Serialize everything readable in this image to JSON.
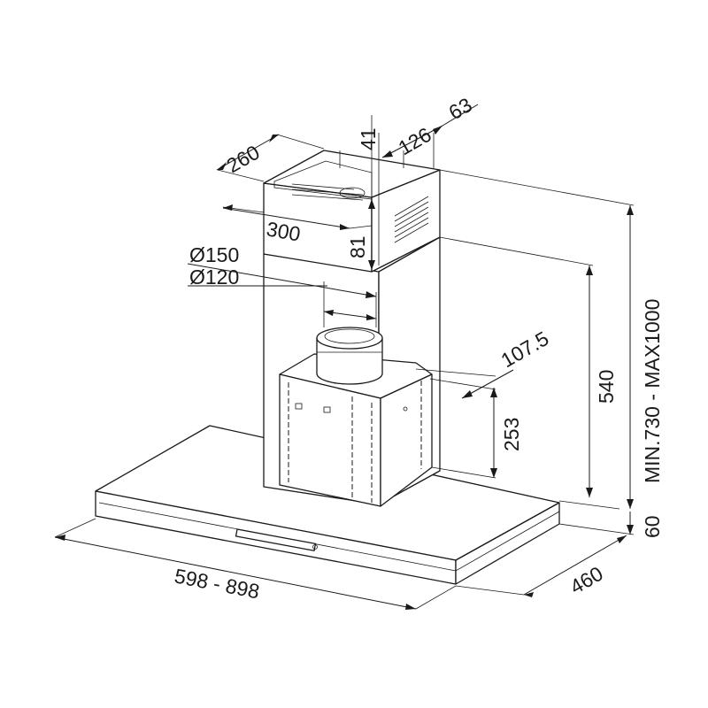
{
  "diagram": {
    "colors": {
      "line": "#1a1a1a",
      "background": "#ffffff"
    },
    "dimensions": {
      "top_depth": "260",
      "top_offset": "41",
      "motor_offset": "126",
      "back_offset": "63",
      "top_width": "300",
      "top_height": "81",
      "outlet_large": "Ø150",
      "outlet_small": "Ø120",
      "wall_offset": "107.5",
      "motor_height": "253",
      "chimney_height": "540",
      "total_height": "MIN.730 - MAX1000",
      "canopy_thickness": "60",
      "canopy_width": "598 - 898",
      "canopy_depth": "460"
    }
  }
}
